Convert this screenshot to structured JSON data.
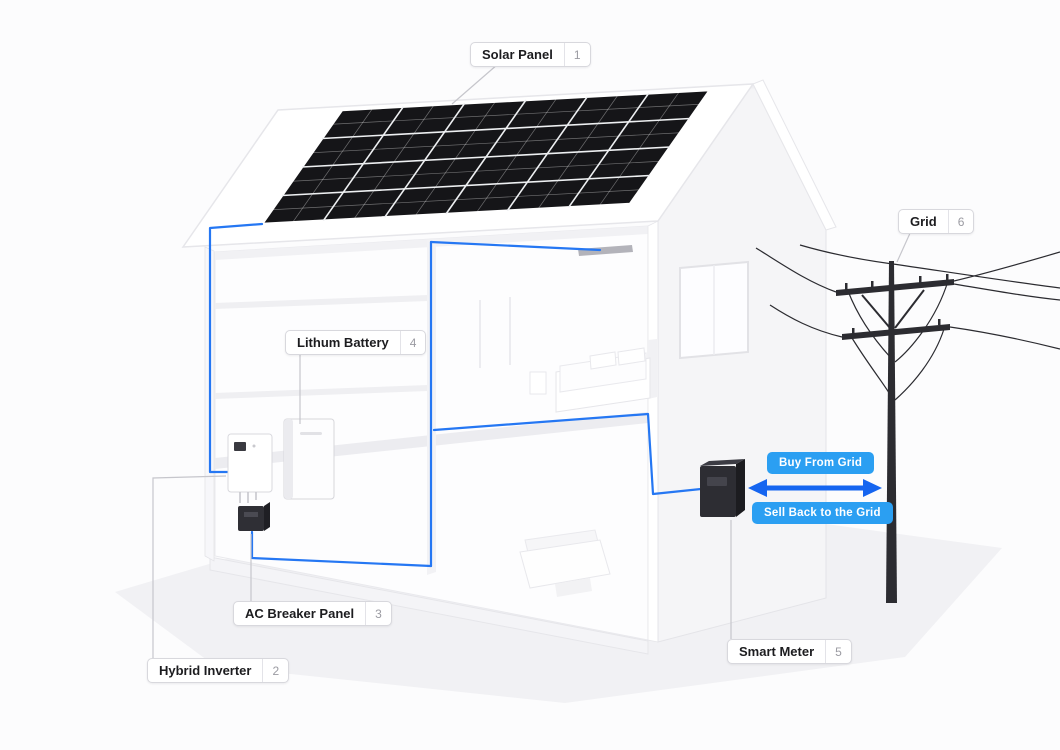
{
  "labels": {
    "solar_panel": {
      "text": "Solar Panel",
      "number": "1"
    },
    "hybrid_inverter": {
      "text": "Hybrid Inverter",
      "number": "2"
    },
    "ac_breaker_panel": {
      "text": "AC Breaker Panel",
      "number": "3"
    },
    "lithium_battery": {
      "text": "Lithum Battery",
      "number": "4"
    },
    "smart_meter": {
      "text": "Smart Meter",
      "number": "5"
    },
    "grid": {
      "text": "Grid",
      "number": "6"
    }
  },
  "flow": {
    "buy_label": "Buy From Grid",
    "sell_label": "Sell Back to the Grid"
  },
  "colors": {
    "wire_blue": "#2577f3",
    "badge_blue": "#2b9ff2",
    "arrow_blue": "#1565f0",
    "panel_dark": "#151518"
  }
}
